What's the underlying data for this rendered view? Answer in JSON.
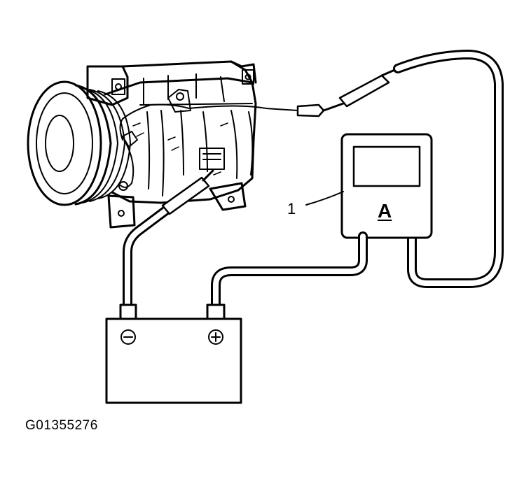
{
  "figure": {
    "code": "G01355276",
    "callouts": [
      {
        "id": "1",
        "label": "1",
        "target": "ammeter"
      }
    ],
    "ammeter": {
      "unit_letter": "A"
    },
    "battery": {
      "negative_symbol": "−",
      "positive_symbol": "+"
    },
    "components": [
      "compressor",
      "ammeter",
      "battery"
    ],
    "colors": {
      "ink": "#000000",
      "paper": "#ffffff"
    }
  }
}
